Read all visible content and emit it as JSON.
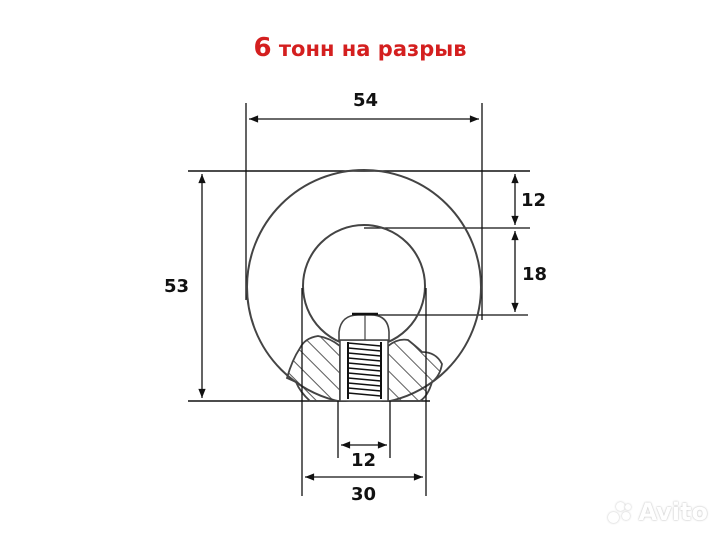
{
  "title": {
    "number": "6",
    "text": " тонн на разрыв",
    "color": "#d41f1f"
  },
  "drawing": {
    "subject": "eye nut (рым-гайка) cross-section",
    "dimensions": {
      "outer_width": "54",
      "total_height": "53",
      "ring_thickness": "12",
      "inner_radius_drop": "18",
      "thread_diameter": "12",
      "base_width": "30"
    }
  },
  "watermark": {
    "text": "Avito"
  }
}
